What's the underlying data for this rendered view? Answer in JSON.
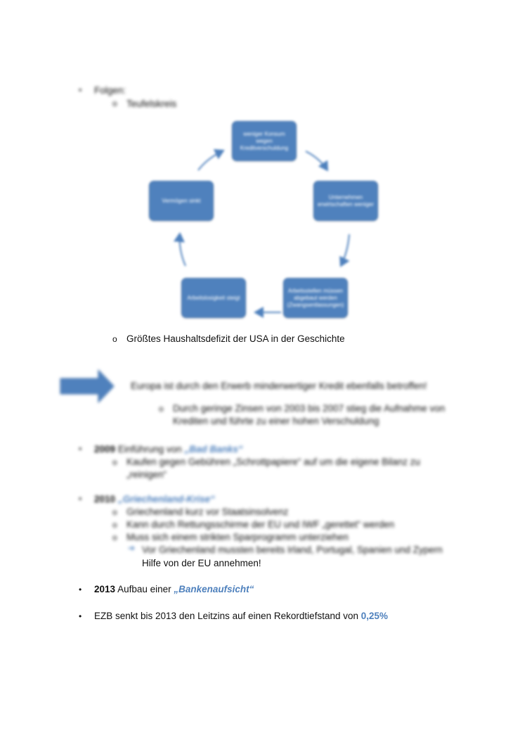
{
  "section_folgen": {
    "title": "Folgen:",
    "sub": "Teufelskreis"
  },
  "cycle": {
    "top": "weniger Konsum wegen Kreditverschuldung",
    "right": "Unternehmen erwirtschaften weniger",
    "bottom_right": "Arbeitsstellen müssen abgebaut werden (Zwangsentlassungen)",
    "bottom_left": "Arbeitslosigkeit steigt",
    "left": "Vermögen sinkt"
  },
  "deficit": "Größtes Haushaltsdefizit der USA in der Geschichte",
  "europe": {
    "text": "Europa ist durch den Erwerb minderwertiger Kredit ebenfalls betroffen!",
    "sub_line1": "Durch geringe Zinsen von 2003 bis 2007 stieg die Aufnahme von",
    "sub_line2": "Krediten und führte zu einer hohen Verschuldung"
  },
  "item_2009": {
    "year": "2009",
    "text": "Einführung von",
    "accent": "„Bad Banks“",
    "sub_line1": "Kaufen gegen Gebühren „Schrottpapiere“ auf um die eigene Bilanz zu",
    "sub_line2": "„reinigen“"
  },
  "item_2010": {
    "year": "2010",
    "accent": "„Griechenland-Krise“",
    "subs": [
      "Griechenland kurz vor Staatsinsolvenz",
      "Kann durch Rettungsschirme der EU und IWF „gerettet“ werden",
      "Muss sich einem strikten Sparprogramm unterziehen"
    ],
    "arrow_line1": "Vor Griechenland mussten bereits Irland, Portugal, Spanien und Zypern",
    "arrow_line2": "Hilfe von der EU annehmen!"
  },
  "item_2013": {
    "year": "2013",
    "text": "Aufbau einer",
    "accent": "„Bankenaufsicht“"
  },
  "item_ezb": {
    "text": "EZB senkt bis 2013 den Leitzins auf einen Rekordtiefstand von",
    "accent": "0,25%"
  },
  "colors": {
    "accent": "#4f81bd",
    "node_fill": "#4f81bd",
    "arrow": "#4f81bd"
  }
}
